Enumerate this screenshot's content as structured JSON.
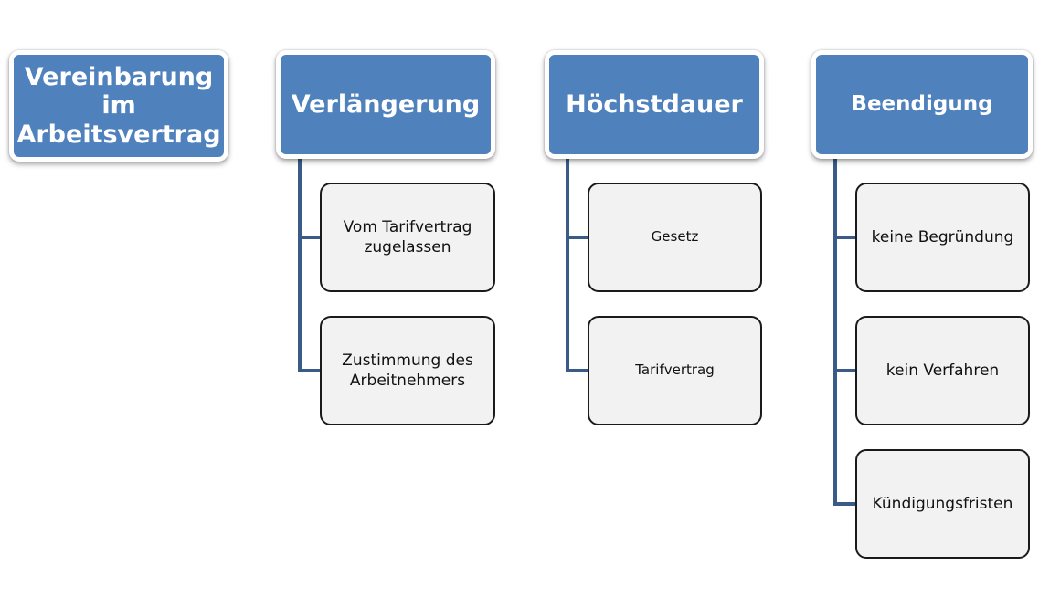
{
  "diagram": {
    "columns": [
      {
        "header": "Vereinbarung im Arbeitsvertrag",
        "children": []
      },
      {
        "header": "Verlängerung",
        "children": [
          "Vom Tarifvertrag zugelassen",
          "Zustimmung des Arbeitnehmers"
        ]
      },
      {
        "header": "Höchstdauer",
        "children": [
          "Gesetz",
          "Tarifvertrag"
        ]
      },
      {
        "header": "Beendigung",
        "children": [
          "keine Begründung",
          "kein Verfahren",
          "Kündigungsfristen"
        ]
      }
    ],
    "colors": {
      "header_fill": "#4f81bd",
      "header_text": "#ffffff",
      "child_fill": "#f2f2f2",
      "connector": "#3a5a87"
    }
  }
}
